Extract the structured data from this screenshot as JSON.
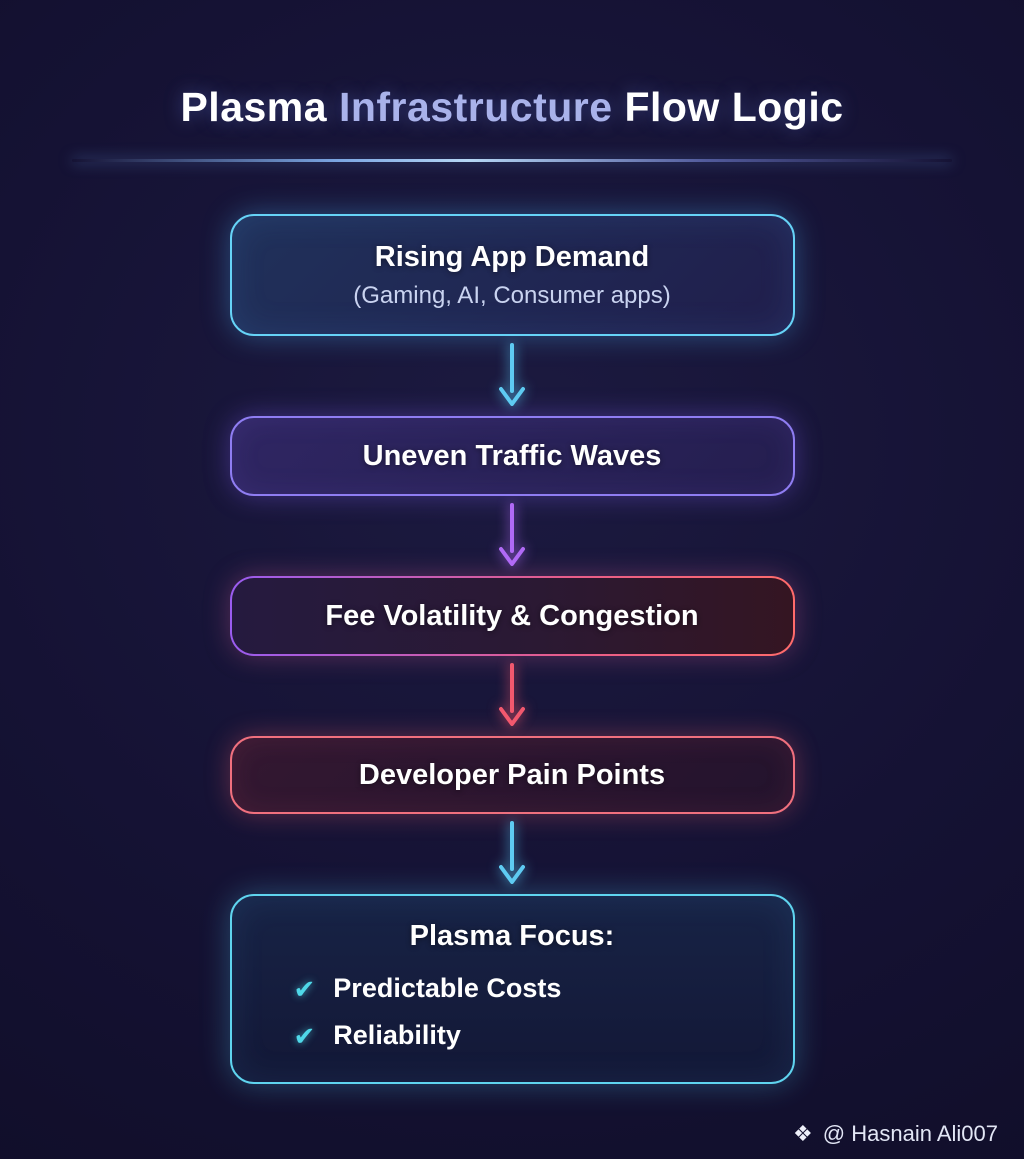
{
  "title": {
    "part1": "Plasma",
    "part2": "Infrastructure",
    "part3": "Flow Logic"
  },
  "flow": {
    "steps": [
      {
        "title": "Rising App Demand",
        "subtitle": "(Gaming, AI, Consumer apps)",
        "accent": "#66d3f7"
      },
      {
        "title": "Uneven Traffic Waves",
        "accent": "#8f7df2"
      },
      {
        "title": "Fee Volatility & Congestion",
        "accent_gradient": [
          "#9a5cf0",
          "#ff6b6b"
        ]
      },
      {
        "title": "Developer Pain Points",
        "accent": "#f0707e"
      },
      {
        "title": "Plasma Focus:",
        "accent": "#5fd4ef",
        "check_glyph": "✔",
        "items": [
          "Predictable Costs",
          "Reliability"
        ]
      }
    ],
    "arrows": [
      {
        "color": "#5ecbf2"
      },
      {
        "color": "#b06af5"
      },
      {
        "color": "#f2586e"
      },
      {
        "color": "#5ecbf2"
      }
    ]
  },
  "footer": {
    "icon_glyph": "❖",
    "handle": "@ Hasnain Ali007"
  }
}
